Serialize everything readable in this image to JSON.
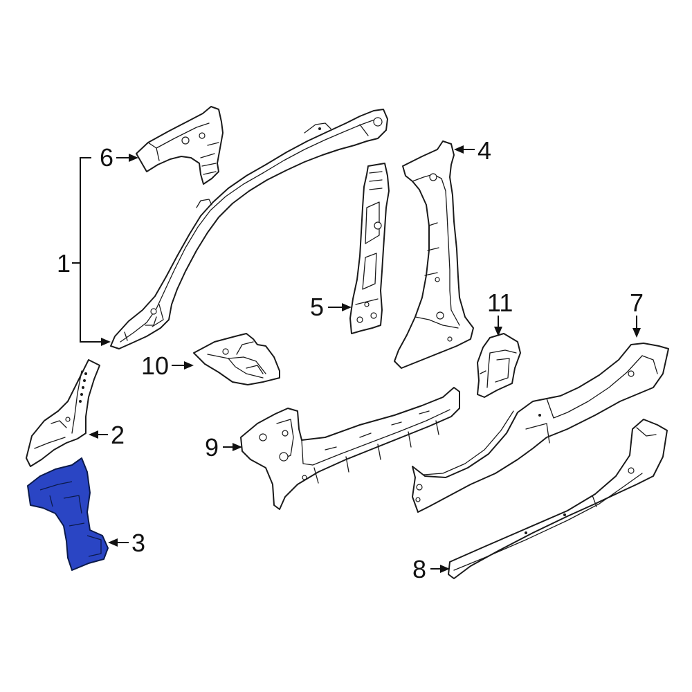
{
  "callouts": {
    "c1": "1",
    "c2": "2",
    "c3": "3",
    "c4": "4",
    "c5": "5",
    "c6": "6",
    "c7": "7",
    "c8": "8",
    "c9": "9",
    "c10": "10",
    "c11": "11"
  },
  "highlighted_part": "3",
  "colors": {
    "highlight": "#2a45c4",
    "line": "#1a1a1a",
    "background": "#ffffff"
  }
}
